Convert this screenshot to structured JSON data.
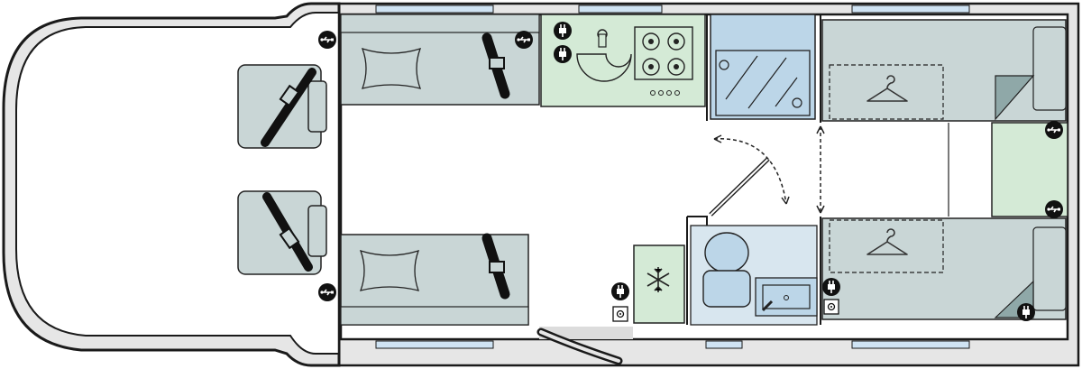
{
  "plan": {
    "title": "",
    "colors": {
      "wall": "#1a1a1a",
      "seat": "#c9d6d6",
      "kitchen": "#d4ead6",
      "shower": "#bcd6e8",
      "window": "#cfe3f3",
      "floor": "#ffffff",
      "sideWall": "#e6e6e6",
      "step": "#dcdcdc"
    },
    "icons": {
      "usb": "usb-socket-icon",
      "mains": "mains-socket-icon",
      "tv": "tv-point-icon",
      "fridge": "snowflake-icon",
      "hanger": "coat-hanger-icon",
      "belt": "seatbelt-icon"
    },
    "rooms": [
      "cab",
      "front-lounge",
      "kitchen",
      "washroom",
      "rear-bedroom"
    ]
  }
}
